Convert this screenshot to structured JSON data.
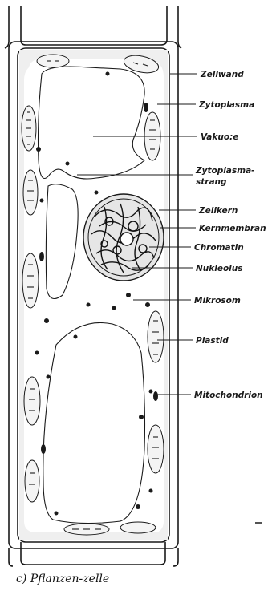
{
  "labels": {
    "zellwand": "Zellwand",
    "zytoplasma": "Zytoplasma",
    "vakuole": "Vakuo:e",
    "strang_line1": "Zytoplasma-",
    "strang_line2": "strang",
    "zellkern": "Zellkern",
    "kernmembran": "Kernmembran",
    "chromatin": "Chromatin",
    "nukleolus": "Nukleolus",
    "mikrosom": "Mikrosom",
    "plastid": "Plastid",
    "mitochondrion": "Mitochondrion"
  },
  "caption": "c)  Pflanzen-zelle",
  "colors": {
    "ink": "#1a1a1a",
    "paper": "#ffffff",
    "plastid_fill": "#f4f4f4"
  }
}
